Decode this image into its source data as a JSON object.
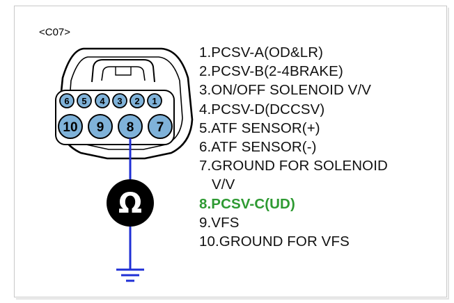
{
  "connector": {
    "id": "<C07>",
    "top_row_pins": [
      "6",
      "5",
      "4",
      "3",
      "2",
      "1"
    ],
    "bottom_row_pins": [
      "10",
      "9",
      "8",
      "7"
    ],
    "probe_pin": "8"
  },
  "meter": {
    "symbol": "Ω"
  },
  "pins": [
    {
      "text": "1.PCSV-A(OD&LR)"
    },
    {
      "text": "2.PCSV-B(2-4BRAKE)"
    },
    {
      "text": "3.ON/OFF SOLENOID V/V"
    },
    {
      "text": "4.PCSV-D(DCCSV)"
    },
    {
      "text": "5.ATF SENSOR(+)"
    },
    {
      "text": "6.ATF SENSOR(-)"
    },
    {
      "text": "7.GROUND FOR SOLENOID"
    },
    {
      "text": "V/V",
      "continuation": true
    },
    {
      "text": "8.PCSV-C(UD)",
      "highlight": true
    },
    {
      "text": "9.VFS"
    },
    {
      "text": "10.GROUND FOR VFS"
    }
  ],
  "colors": {
    "highlight": "#2e9a32",
    "wire": "#1f2fd6",
    "pin_fill": "#7fb2d9",
    "connector_outline": "#000000"
  }
}
